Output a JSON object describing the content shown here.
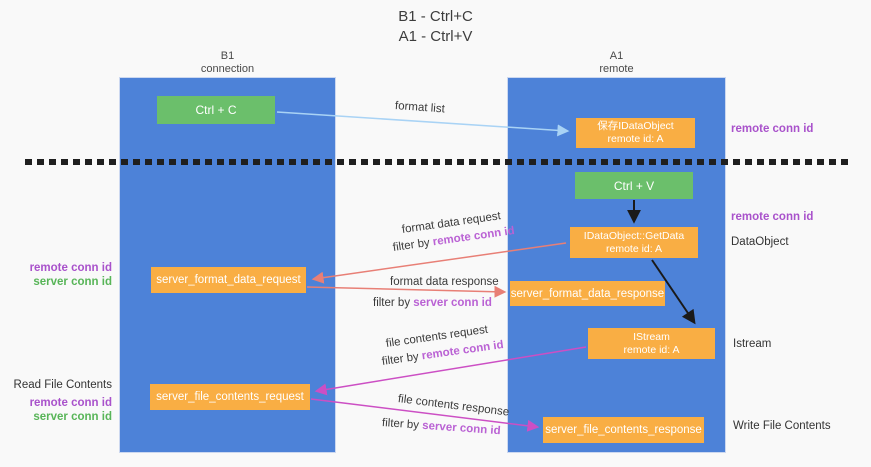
{
  "title": {
    "line1": "B1 - Ctrl+C",
    "line2": "A1 - Ctrl+V"
  },
  "columns": {
    "left": {
      "name": "B1",
      "role": "connection"
    },
    "right": {
      "name": "A1",
      "role": "remote"
    }
  },
  "boxes": {
    "ctrl_c": {
      "label": "Ctrl + C"
    },
    "save_dataobject": {
      "line1": "保存IDataObject",
      "line2": "remote id: A"
    },
    "ctrl_v": {
      "label": "Ctrl + V"
    },
    "getdata": {
      "line1": "IDataObject::GetData",
      "line2": "remote id: A"
    },
    "istream": {
      "line1": "IStream",
      "line2": "remote id: A"
    },
    "server_format_data_request": {
      "label": "server_format_data_request"
    },
    "server_format_data_response": {
      "label": "server_format_data_response"
    },
    "server_file_contents_request": {
      "label": "server_file_contents_request"
    },
    "server_file_contents_response": {
      "label": "server_file_contents_response"
    }
  },
  "flow_labels": {
    "format_list": "format list",
    "format_data_request": "format data request",
    "format_data_response": "format data response",
    "file_contents_request": "file contents request",
    "file_contents_response": "file contents response",
    "filter_by": "filter by ",
    "remote_conn_id": "remote conn id",
    "server_conn_id": "server conn id"
  },
  "side_labels": {
    "remote_conn_id": "remote conn id",
    "server_conn_id": "server conn id",
    "dataobject": "DataObject",
    "istream": "Istream",
    "read_file_contents": "Read File Contents",
    "write_file_contents": "Write File Contents"
  },
  "colors": {
    "column_blue": "#4d82d8",
    "box_green": "#6bbf6b",
    "box_orange": "#f9ae44",
    "label_purple": "#a952cb",
    "label_green": "#58b558",
    "arrow_lightblue": "#a9d3f5",
    "arrow_black": "#1a1a1a",
    "arrow_salmon": "#e87f76",
    "arrow_magenta": "#cc4fc4"
  }
}
